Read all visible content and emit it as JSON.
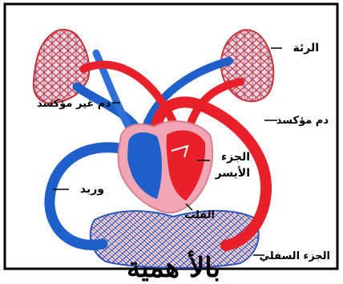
{
  "diagram": {
    "labels": {
      "lung": "الرئة",
      "deoxygenated_blood": "دم غير مؤكسد",
      "oxygenated_blood": "دم مؤكسد",
      "left_part": "الجزء",
      "left_part_2": "الأيسر",
      "vein": "وريد",
      "heart": "القلب",
      "lower_part": "الجزء السفلي"
    },
    "bottom_text": "بالأ همية"
  },
  "colors": {
    "artery": "#e8202a",
    "vein": "#1f5fc9",
    "heart_outline": "#f0a6b4",
    "frame": "#000000"
  }
}
